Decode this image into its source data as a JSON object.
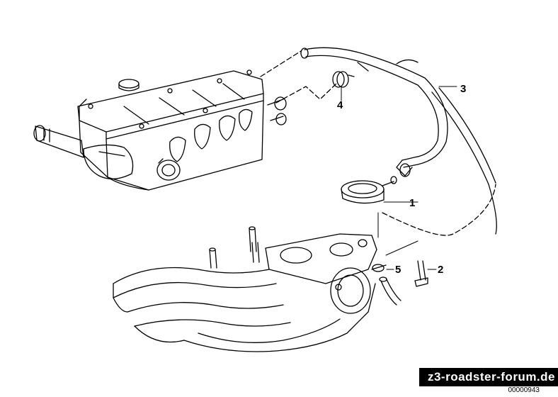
{
  "callouts": {
    "c1": "1",
    "c2": "2",
    "c3": "3",
    "c4": "4",
    "c5": "5"
  },
  "watermark": "z3-roadster-forum.de",
  "reference": "00000943"
}
